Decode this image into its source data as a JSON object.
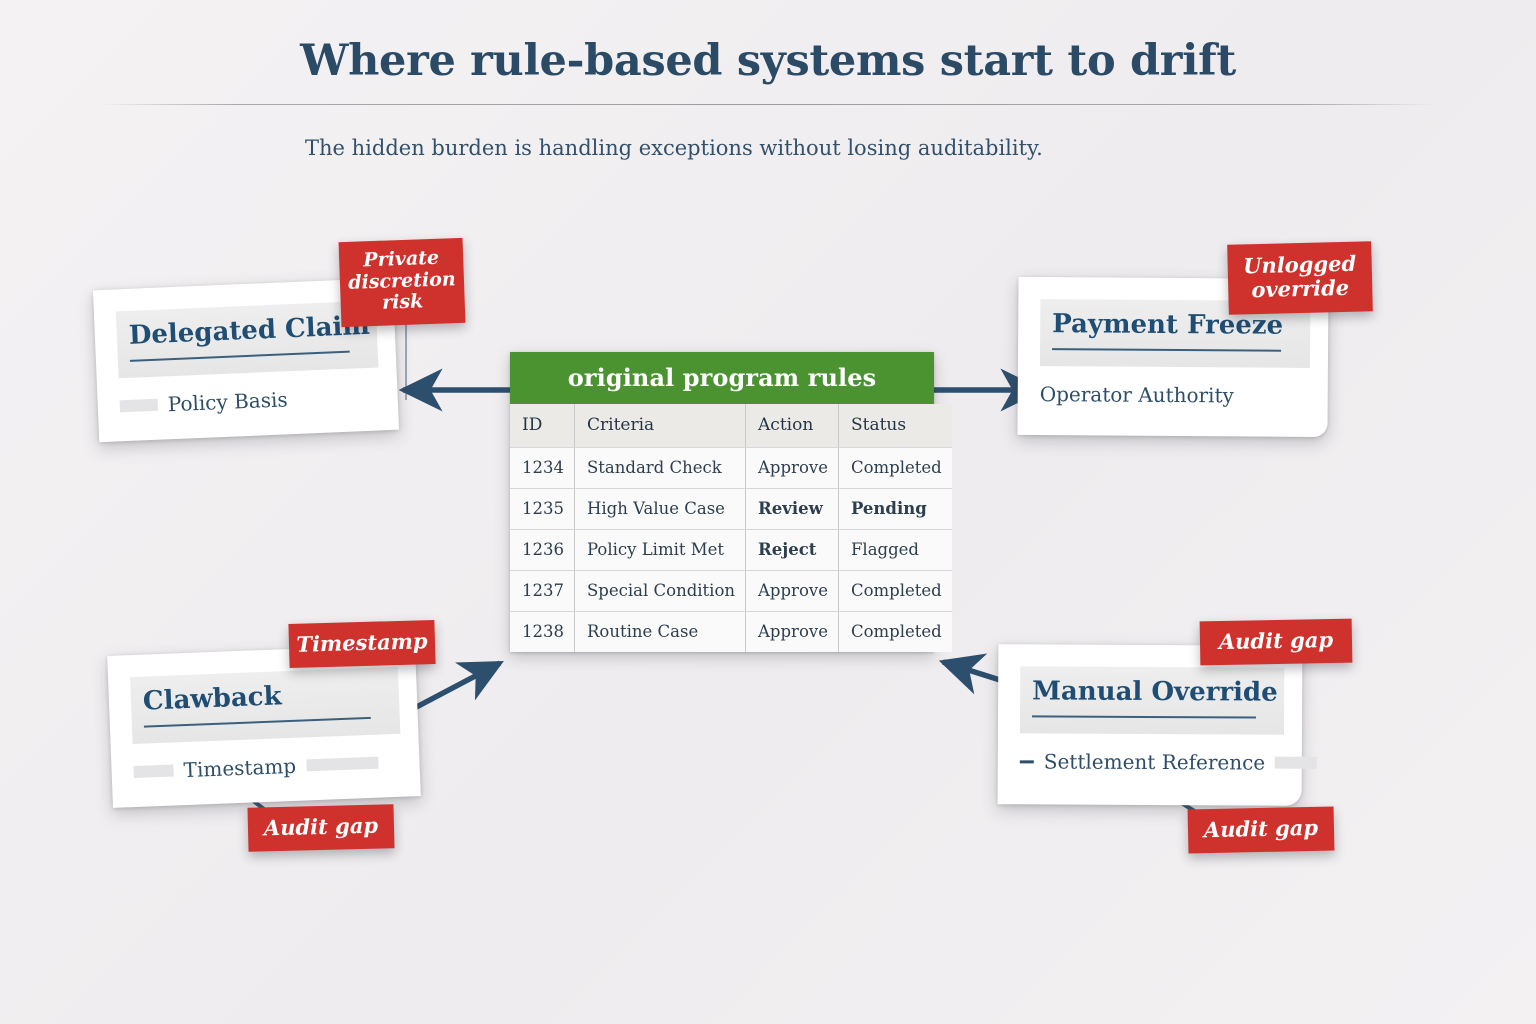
{
  "header": {
    "title": "Where rule-based systems start to drift",
    "subtitle": "The hidden burden is handling exceptions without losing auditability."
  },
  "colors": {
    "background": "#f2f0f1",
    "title_blue": "#2b4a66",
    "banner_green": "#4a9330",
    "badge_red": "#cf322d",
    "arrow_navy": "#2d4f6e",
    "card_title_blue": "#1f4d73"
  },
  "table": {
    "banner": "original program rules",
    "columns": [
      "ID",
      "Criteria",
      "Action",
      "Status"
    ],
    "rows": [
      {
        "id": "1234",
        "criteria": "Standard Check",
        "action": "Approve",
        "status": "Completed",
        "action_bold": false
      },
      {
        "id": "1235",
        "criteria": "High Value Case",
        "action": "Review",
        "status": "Pending",
        "action_bold": true
      },
      {
        "id": "1236",
        "criteria": "Policy Limit Met",
        "action": "Reject",
        "status": "Flagged",
        "action_bold": true
      },
      {
        "id": "1237",
        "criteria": "Special Condition",
        "action": "Approve",
        "status": "Completed",
        "action_bold": false
      },
      {
        "id": "1238",
        "criteria": "Routine Case",
        "action": "Approve",
        "status": "Completed",
        "action_bold": false
      }
    ]
  },
  "cards": {
    "delegated": {
      "title": "Delegated Claim",
      "label": "Policy Basis"
    },
    "payment": {
      "title": "Payment Freeze",
      "label": "Operator Authority"
    },
    "clawback": {
      "title": "Clawback",
      "label": "Timestamp"
    },
    "manual": {
      "title": "Manual Override",
      "label": "Settlement Reference"
    }
  },
  "badges": {
    "private_discretion": "Private\ndiscretion\nrisk",
    "unlogged_override": "Unlogged\noverride",
    "timestamp": "Timestamp",
    "audit_gap_bottom_left": "Audit gap",
    "audit_gap_top_right": "Audit gap",
    "audit_gap_bottom_right": "Audit gap"
  },
  "arrows": [
    {
      "name": "table-to-delegated",
      "direction": "left"
    },
    {
      "name": "table-to-payment",
      "direction": "right"
    },
    {
      "name": "clawback-to-table",
      "direction": "up-right"
    },
    {
      "name": "manual-to-table",
      "direction": "up-left"
    }
  ]
}
